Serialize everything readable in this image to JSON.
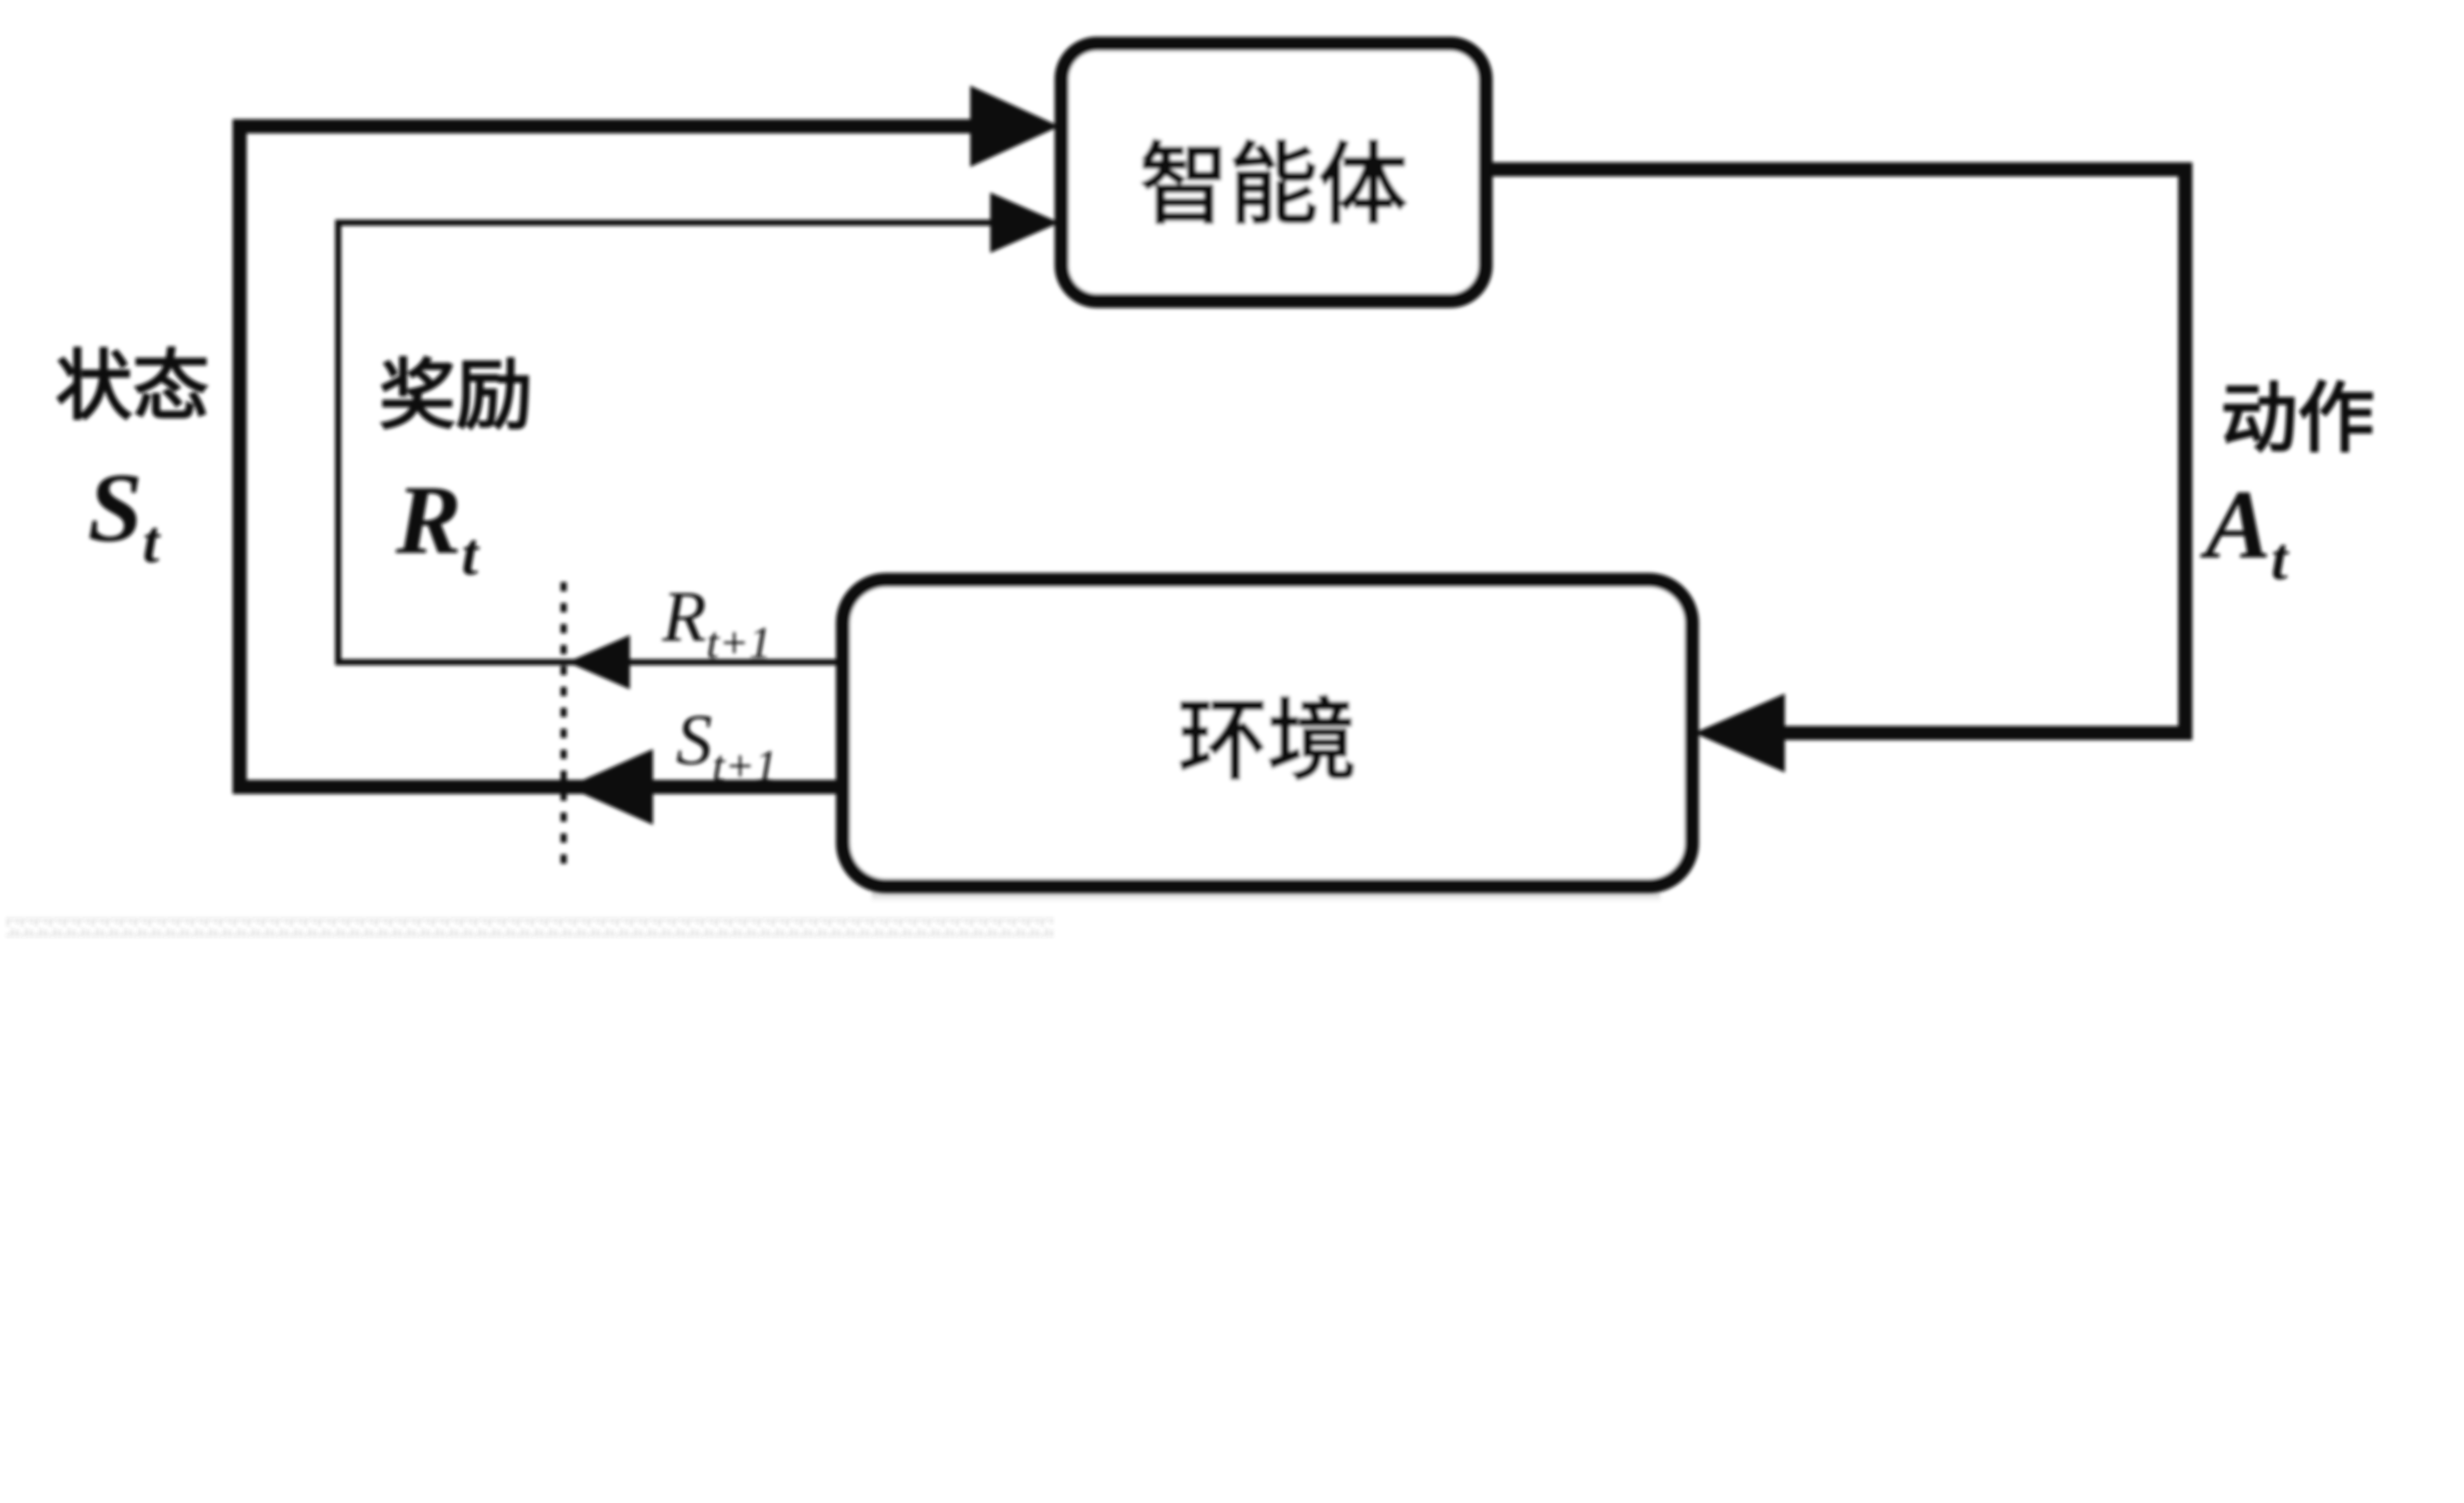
{
  "figure": {
    "colors": {
      "background": "#ffffff",
      "ink": "#0d0d0d",
      "shadow": "#6b6b6b"
    },
    "agent_box": {
      "label": "智能体"
    },
    "environment_box": {
      "label": "环境"
    },
    "state": {
      "caption": "状态",
      "symbol": "S",
      "subscript": "t"
    },
    "reward": {
      "caption": "奖励",
      "symbol": "R",
      "subscript": "t"
    },
    "action": {
      "caption": "动作",
      "symbol": "A",
      "subscript": "t"
    },
    "next_reward": {
      "symbol": "R",
      "subscript": "t+1"
    },
    "next_state": {
      "symbol": "S",
      "subscript": "t+1"
    }
  }
}
